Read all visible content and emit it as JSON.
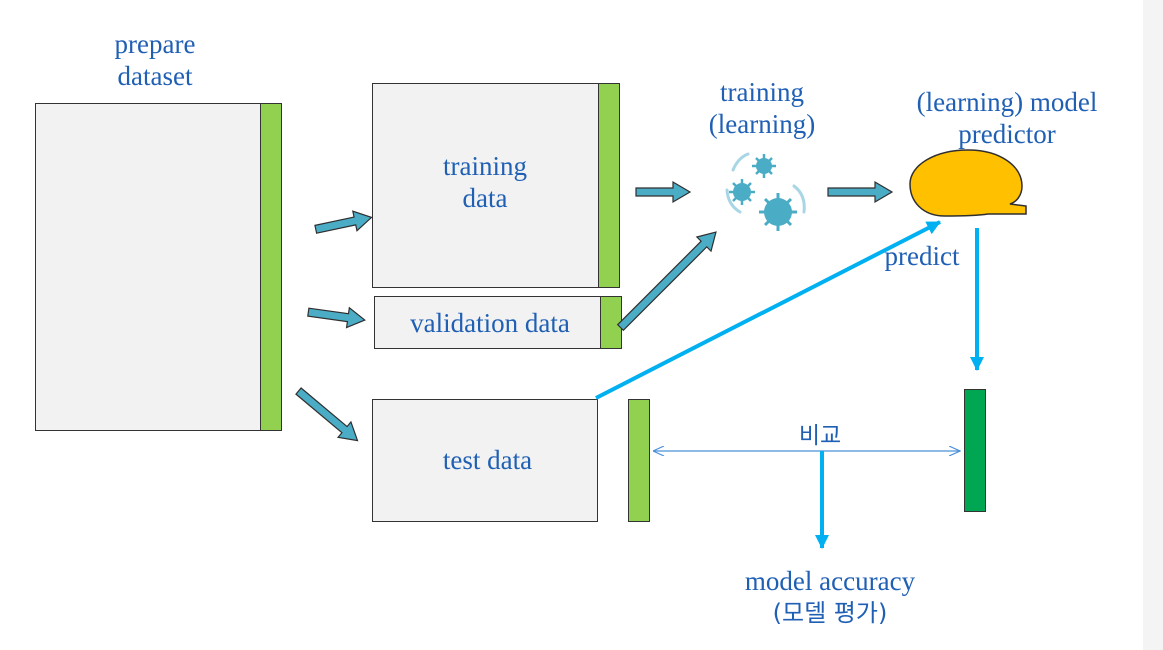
{
  "labels": {
    "prepare_line1": "prepare",
    "prepare_line2": "dataset",
    "training_data_line1": "training",
    "training_data_line2": "data",
    "validation_data": "validation data",
    "test_data": "test data",
    "training_line1": "training",
    "training_line2": "(learning)",
    "model_line1": "(learning) model",
    "model_line2": "predictor",
    "predict": "predict",
    "compare": "비교",
    "accuracy_line1": "model accuracy",
    "accuracy_line2": "(모델 평가)"
  },
  "icons": [
    "gears-icon",
    "speech-bubble-icon"
  ],
  "colors": {
    "text": "#1f5fb4",
    "label_bar": "#92d050",
    "prediction_bar": "#00a651",
    "block_arrow": "#4bacc6",
    "line_arrow": "#00b0f0",
    "model_shape": "#ffc000"
  }
}
